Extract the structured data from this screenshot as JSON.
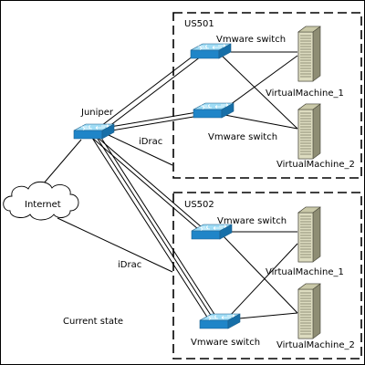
{
  "colors": {
    "switch_top": "#9fdcf5",
    "switch_side": "#1f85c8",
    "server_light": "#dddcc0",
    "server_dark": "#8e8d74",
    "cloud_fill": "#ffffff",
    "line": "#000000",
    "frame": "#000000"
  },
  "groups": [
    {
      "label": "US501"
    },
    {
      "label": "US502"
    }
  ],
  "nodes": {
    "juniper": {
      "label": "Juniper",
      "icon": "network-switch-icon"
    },
    "internet": {
      "label": "Internet",
      "icon": "cloud-icon"
    },
    "us501_switch_a": {
      "label": "Vmware switch",
      "icon": "network-switch-icon"
    },
    "us501_switch_b": {
      "label": "Vmware switch",
      "icon": "network-switch-icon"
    },
    "us501_vm1": {
      "label": "VirtualMachine_1",
      "icon": "server-tower-icon"
    },
    "us501_vm2": {
      "label": "VirtualMachine_2",
      "icon": "server-tower-icon"
    },
    "us502_switch_a": {
      "label": "Vmware switch",
      "icon": "network-switch-icon"
    },
    "us502_switch_b": {
      "label": "Vmware switch",
      "icon": "network-switch-icon"
    },
    "us502_vm1": {
      "label": "VirtualMachine_1",
      "icon": "server-tower-icon"
    },
    "us502_vm2": {
      "label": "VirtualMachine_2",
      "icon": "server-tower-icon"
    }
  },
  "links": {
    "idrac_label": "iDrac"
  },
  "caption": "Current state"
}
